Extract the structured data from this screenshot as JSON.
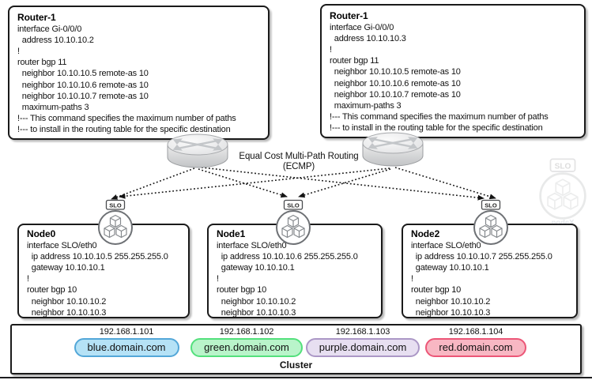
{
  "routers": [
    {
      "title": "Router-1",
      "lines": [
        "interface Gi-0/0/0",
        "  address 10.10.10.2",
        "!",
        "router bgp 11",
        "  neighbor 10.10.10.5 remote-as 10",
        "  neighbor 10.10.10.6 remote-as 10",
        "  neighbor 10.10.10.7 remote-as 10",
        "  maximum-paths 3",
        "!--- This command specifies the maximum number of paths",
        "!--- to install in the routing table for the specific destination"
      ]
    },
    {
      "title": "Router-1",
      "lines": [
        "interface Gi-0/0/0",
        "  address 10.10.10.3",
        "!",
        "router bgp 11",
        "  neighbor 10.10.10.5 remote-as 10",
        "  neighbor 10.10.10.6 remote-as 10",
        "  neighbor 10.10.10.7 remote-as 10",
        "  maximum-paths 3",
        "!--- This command specifies the maximum number of paths",
        "!--- to install in the routing table for the specific destination"
      ]
    }
  ],
  "ecmp": {
    "line1": "Equal Cost Multi-Path Routing",
    "line2": "(ECMP)"
  },
  "nodes": [
    {
      "title": "Node0",
      "lines": [
        "interface SLO/eth0",
        "  ip address 10.10.10.5 255.255.255.0",
        "  gateway 10.10.10.1",
        "!",
        "router bgp 10",
        "  neighbor 10.10.10.2",
        "  neighbor 10.10.10.3"
      ]
    },
    {
      "title": "Node1",
      "lines": [
        "interface SLO/eth0",
        "  ip address 10.10.10.6 255.255.255.0",
        "  gateway 10.10.10.1",
        "!",
        "router bgp 10",
        "  neighbor 10.10.10.2",
        "  neighbor 10.10.10.3"
      ]
    },
    {
      "title": "Node2",
      "lines": [
        "interface SLO/eth0",
        "  ip address 10.10.10.7 255.255.255.0",
        "  gateway 10.10.10.1",
        "!",
        "router bgp 10",
        "  neighbor 10.10.10.2",
        "  neighbor 10.10.10.3"
      ]
    }
  ],
  "icons": {
    "router_icon": "cisco-router-cylinder",
    "node_icon": "slo-cubes-circle",
    "node_badge_label": "SLO"
  },
  "watermark": {
    "label": "nodeX"
  },
  "cluster": {
    "label": "Cluster",
    "services": [
      {
        "name": "blue",
        "ip": "192.168.1.101",
        "domain": "blue.domain.com",
        "fill": "#b5e2f6",
        "border": "#53a7d8"
      },
      {
        "name": "green",
        "ip": "192.168.1.102",
        "domain": "green.domain.com",
        "fill": "#b9f4ca",
        "border": "#53e07c"
      },
      {
        "name": "purple",
        "ip": "192.168.1.103",
        "domain": "purple.domain.com",
        "fill": "#e7dff1",
        "border": "#ab97c6"
      },
      {
        "name": "red",
        "ip": "192.168.1.104",
        "domain": "red.domain.com",
        "fill": "#f8b7c3",
        "border": "#ec5677"
      }
    ]
  }
}
